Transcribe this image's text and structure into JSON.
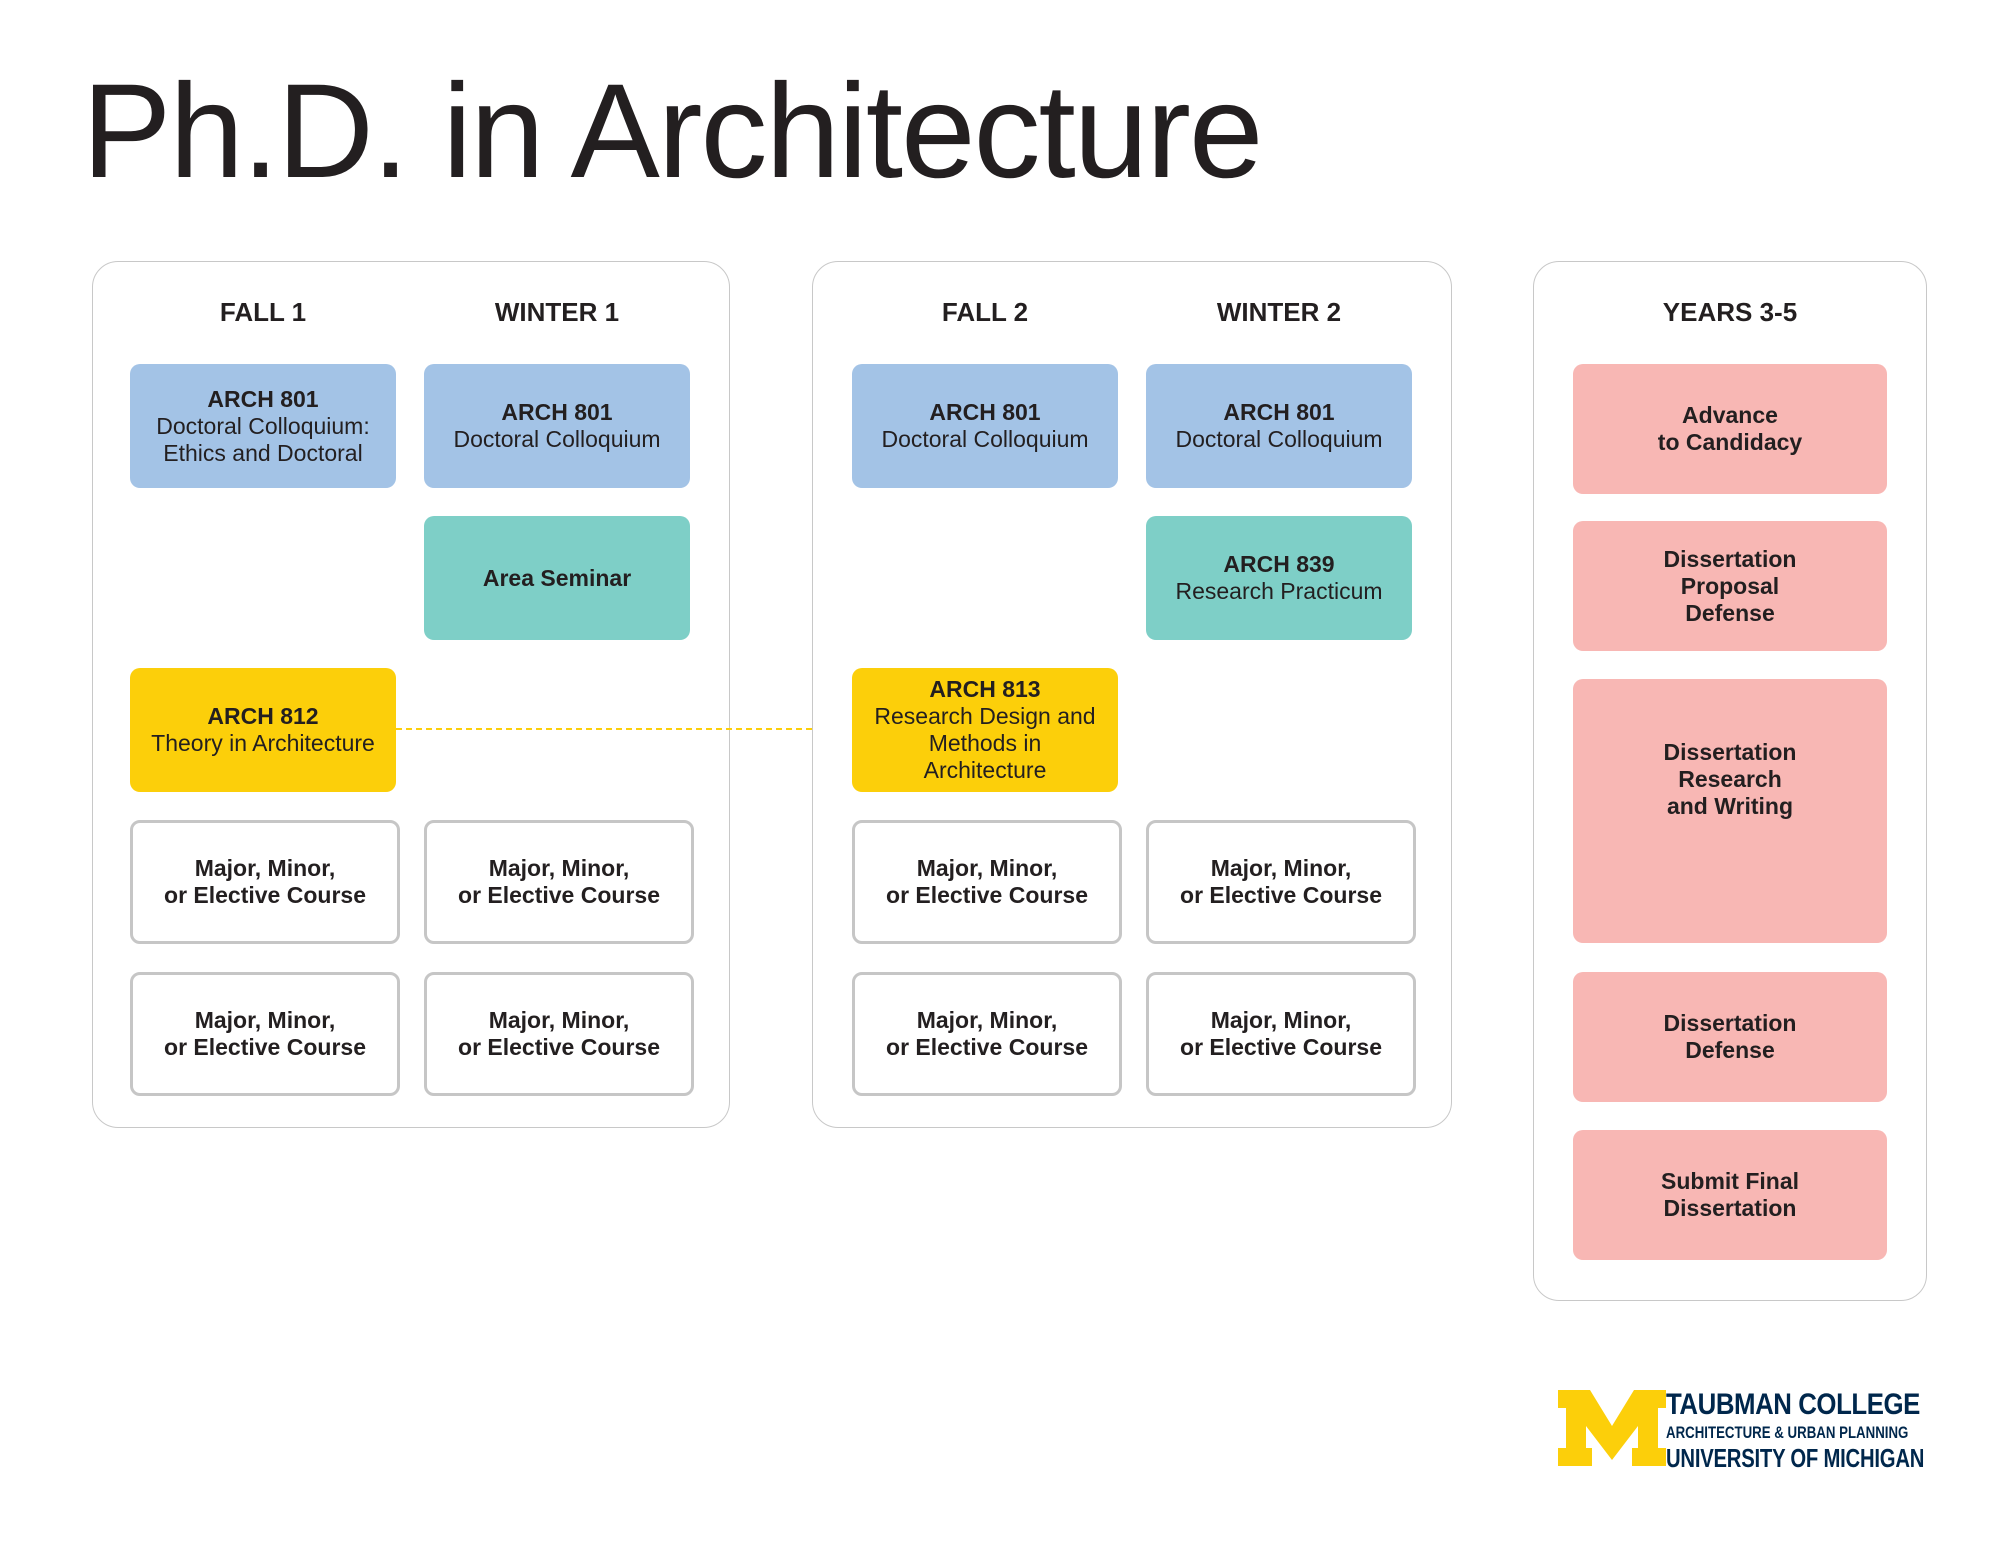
{
  "page": {
    "title": "Ph.D. in Architecture"
  },
  "year1": {
    "fall_label": "FALL 1",
    "winter_label": "WINTER 1",
    "fall_colloquium": {
      "code": "ARCH 801",
      "name": "Doctoral Colloquium:\nEthics and Doctoral"
    },
    "winter_colloquium": {
      "code": "ARCH 801",
      "name": "Doctoral Colloquium"
    },
    "winter_seminar": {
      "label": "Area Seminar"
    },
    "fall_theory": {
      "code": "ARCH 812",
      "name": "Theory in Architecture"
    },
    "elective_label": "Major, Minor,\nor Elective Course"
  },
  "year2": {
    "fall_label": "FALL 2",
    "winter_label": "WINTER 2",
    "fall_colloquium": {
      "code": "ARCH 801",
      "name": "Doctoral Colloquium"
    },
    "winter_colloquium": {
      "code": "ARCH 801",
      "name": "Doctoral Colloquium"
    },
    "winter_practicum": {
      "code": "ARCH 839",
      "name": "Research Practicum"
    },
    "fall_methods": {
      "code": "ARCH 813",
      "name": "Research Design and\nMethods in\nArchitecture"
    },
    "elective_label": "Major, Minor,\nor Elective Course"
  },
  "years35": {
    "label": "YEARS 3-5",
    "milestones": [
      "Advance\nto Candidacy",
      "Dissertation\nProposal\nDefense",
      "Dissertation\nResearch\nand Writing",
      "Dissertation\nDefense",
      "Submit Final\nDissertation"
    ]
  },
  "logo": {
    "line1": "TAUBMAN COLLEGE",
    "line2": "ARCHITECTURE & URBAN PLANNING",
    "line3": "UNIVERSITY OF MICHIGAN"
  },
  "colors": {
    "colloquium": "#a3c3e6",
    "seminar": "#7ecfc7",
    "theory_methods": "#fccf0a",
    "milestone": "#f8b7b4",
    "elective_border": "#c6c6c6",
    "michigan_blue": "#00274c",
    "michigan_maize": "#fccf0a"
  }
}
